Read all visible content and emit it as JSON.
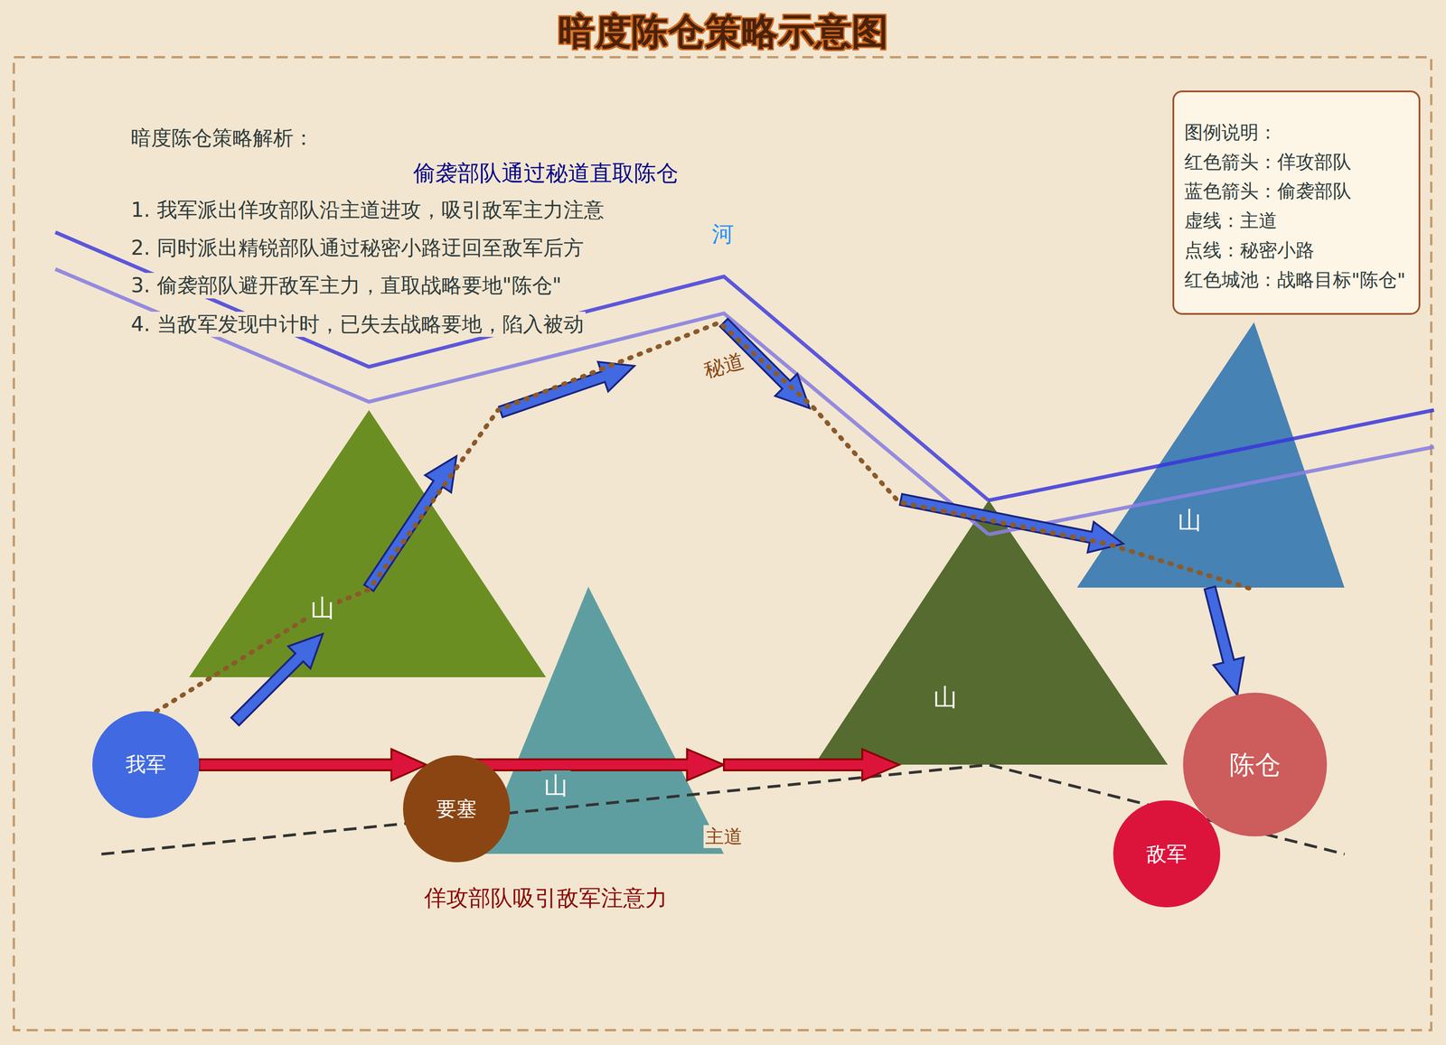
{
  "diagram": {
    "title": "暗度陈仓策略示意图",
    "nodes": [
      {
        "text": [
          "山"
        ]
      },
      {
        "text": [
          "山"
        ]
      },
      {
        "text": [
          "山"
        ]
      },
      {
        "text": [
          "山"
        ]
      },
      {
        "text": [
          "我军"
        ]
      },
      {
        "text": [
          "陈仓"
        ]
      },
      {
        "text": [
          "要塞"
        ]
      },
      {
        "text": [
          "敌军"
        ]
      }
    ],
    "edges": [
      {
        "from": 4,
        "to": 6,
        "arrow": "to"
      },
      {
        "from": 1,
        "to": 5,
        "arrow": "to"
      }
    ],
    "labels": [
      "暗度陈仓策略解析：",
      "1.  我军派出佯攻部队沿主道进攻，吸引敌军主力注意",
      "2.  同时派出精锐部队通过秘密小路迂回至敌军后方",
      "3.  偷袭部队避开敌军主力，直取战略要地\"陈仓\"",
      "4.  当敌军发现中计时，已失去战略要地，陷入被动",
      "偷袭部队通过秘道直取陈仓",
      "河",
      "秘道",
      "主道",
      "佯攻部队吸引敌军注意力",
      "图例说明："
    ],
    "legend": [
      {
        "text": "红色箭头：佯攻部队"
      },
      {
        "text": "蓝色箭头：偷袭部队"
      },
      {
        "text": "虚线：主道"
      },
      {
        "text": "点线：秘密小路"
      },
      {
        "text": "红色城池：战略目标\"陈仓\""
      }
    ]
  }
}
